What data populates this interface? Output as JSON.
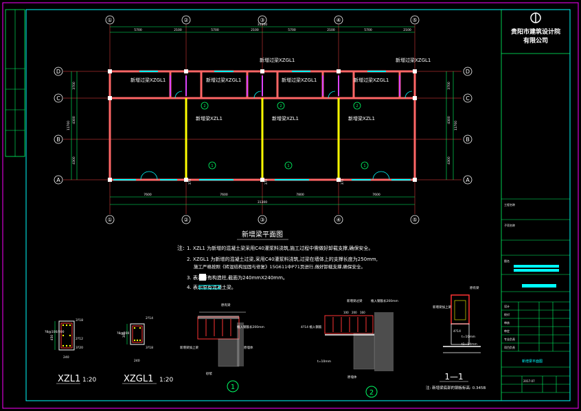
{
  "company": {
    "line1": "贵阳市建筑设计院",
    "line2": "有限公司"
  },
  "plan": {
    "title": "新增梁平面图",
    "top_axes": [
      "①",
      "②",
      "③",
      "④",
      "⑤"
    ],
    "bottom_axes": [
      "①",
      "②",
      "③",
      "④",
      "⑤"
    ],
    "side_axes": [
      "D",
      "C",
      "B",
      "A"
    ],
    "top_dims": [
      "5700",
      "2100",
      "5700",
      "2100",
      "5700",
      "2100",
      "5700",
      "2100"
    ],
    "top_total": "31300",
    "bottom_dims": [
      "7600",
      "7600",
      "7800",
      "7600"
    ],
    "bottom_total": "31300",
    "left_dims": [
      "3700",
      "4300",
      "4300"
    ],
    "left_total": "11700",
    "right_dims": [
      "3700",
      "4300",
      "4300"
    ],
    "right_total": "11700",
    "col_dims": [
      "370",
      "370",
      "370"
    ],
    "labels": {
      "xzgl1": "新增过梁XZGL1",
      "xzl1": "新增梁XZL1"
    },
    "detail_marks": [
      "1",
      "2"
    ]
  },
  "notes": {
    "prefix": "注:",
    "n1": "1. XZL1 为新增的混凝土梁采用C40灌浆料浇筑,施工过程中需做好卸载支撑,确保安全。",
    "n2": "2. XZGL1 为新增的混凝土过梁,采用C40灌浆料浇筑,过梁在墙体上的支撑长度为250mm,",
    "n2b": "施工严格按照《砖混结构加固与修复》15G611中P71页进行,做好卸载支撑,确保安全。",
    "n3": "3.      表示原有构造柱,截面为240mmX240mm。",
    "n4": "4.            表示原有混凝土梁。"
  },
  "sections": {
    "xzl1_title": "XZL1",
    "xzl1_scale": "1:20",
    "xzgl1_title": "XZGL1",
    "xzgl1_scale": "1:20",
    "xzl1_dims": {
      "h": "450",
      "rebar_top": "3?18",
      "stirrup": "?8@100/200",
      "side": "2?12",
      "bottom": "3?20",
      "w": "240"
    },
    "xzgl1_dims": {
      "h": "300",
      "rebar_top": "2?14",
      "stirrup": "?8@200",
      "bottom": "3?18",
      "w": "240"
    },
    "detail1": {
      "mark": "1",
      "label_a": "原有梁",
      "label_b": "植入钢筋长200mm",
      "label_c": "新增梁加上梁",
      "label_d": "原墙体",
      "label_e": "砂浆"
    },
    "detail2": {
      "mark": "2",
      "label_a": "新增梁过梁",
      "label_b": "植入钢筋长200mm",
      "label_c": "4?14 植入钢筋",
      "label_d": "t=10mm",
      "label_e": "原墙体",
      "dims": [
        "100",
        "200",
        "160"
      ]
    },
    "s11": {
      "title": "1—1",
      "label_a": "原有梁",
      "label_b": "新增梁加上梁",
      "label_c": "4?14",
      "label_d": "t=10mm",
      "label_e": "t1=14mm",
      "note": "注: 新增梁底部的钢板标高: 0.345B"
    }
  },
  "title_block": {
    "rows": [
      "工程名称",
      "子项名称",
      "图名",
      "设计",
      "校对",
      "审核",
      "审定",
      "专业负责",
      "项目负责"
    ],
    "sheet_title": "新增梁平面图",
    "sheet_no": "2017-07"
  }
}
